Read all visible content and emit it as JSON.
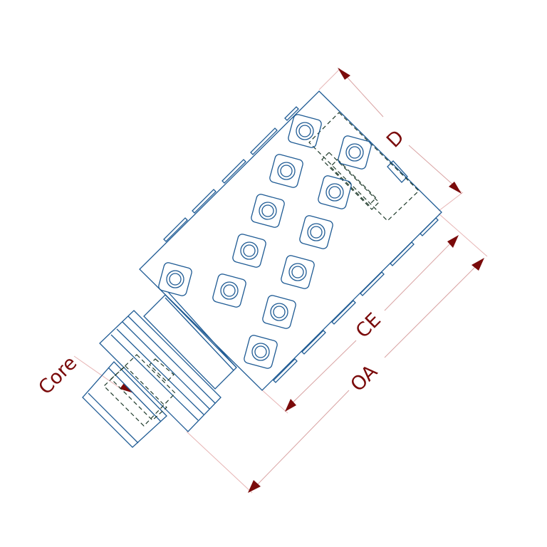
{
  "drawing": {
    "labels": {
      "d": "D",
      "ce": "CE",
      "oa": "OA",
      "core": "Core"
    },
    "colors": {
      "outline": "#1f5b94",
      "hidden": "#1e3a2a",
      "dimension": "#7a0a0a",
      "extension": "#e7b4b4",
      "background": "#ffffff"
    }
  }
}
